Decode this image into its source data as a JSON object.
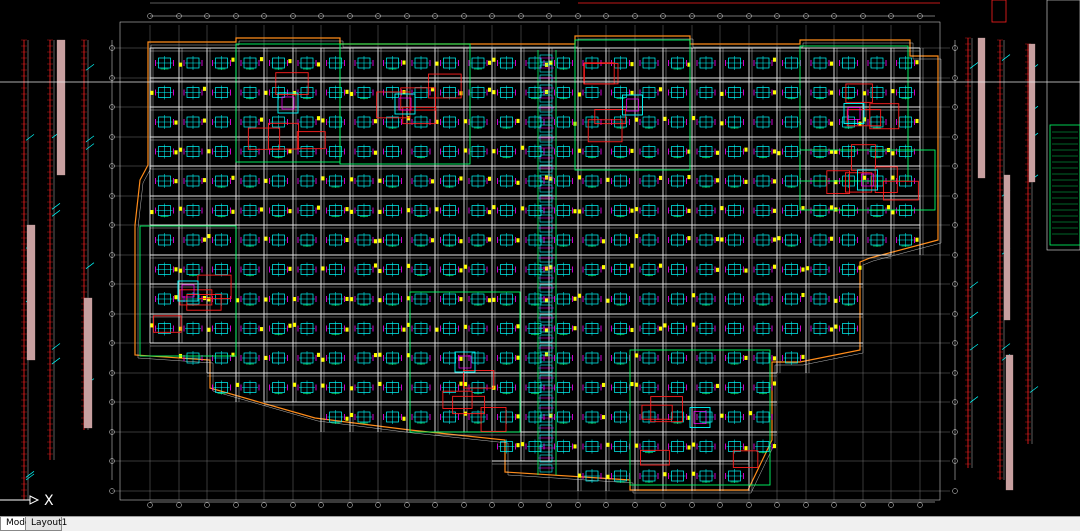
{
  "viewport": {
    "background": "#000000",
    "ucs_axis_label": "X"
  },
  "layout_tabs": [
    {
      "label": "Model",
      "active": true
    },
    {
      "label": "Layout1",
      "active": false
    }
  ],
  "layer_colors": {
    "grid": "#8c8c8c",
    "beam": "#ff2020",
    "wall": "#00ffff",
    "rebar": "#ff00ff",
    "text": "#ffff00",
    "outline": "#e6e6e6",
    "boundary": "#ff8c1a",
    "green": "#00ff66",
    "highlight": "#c8a0a0"
  }
}
